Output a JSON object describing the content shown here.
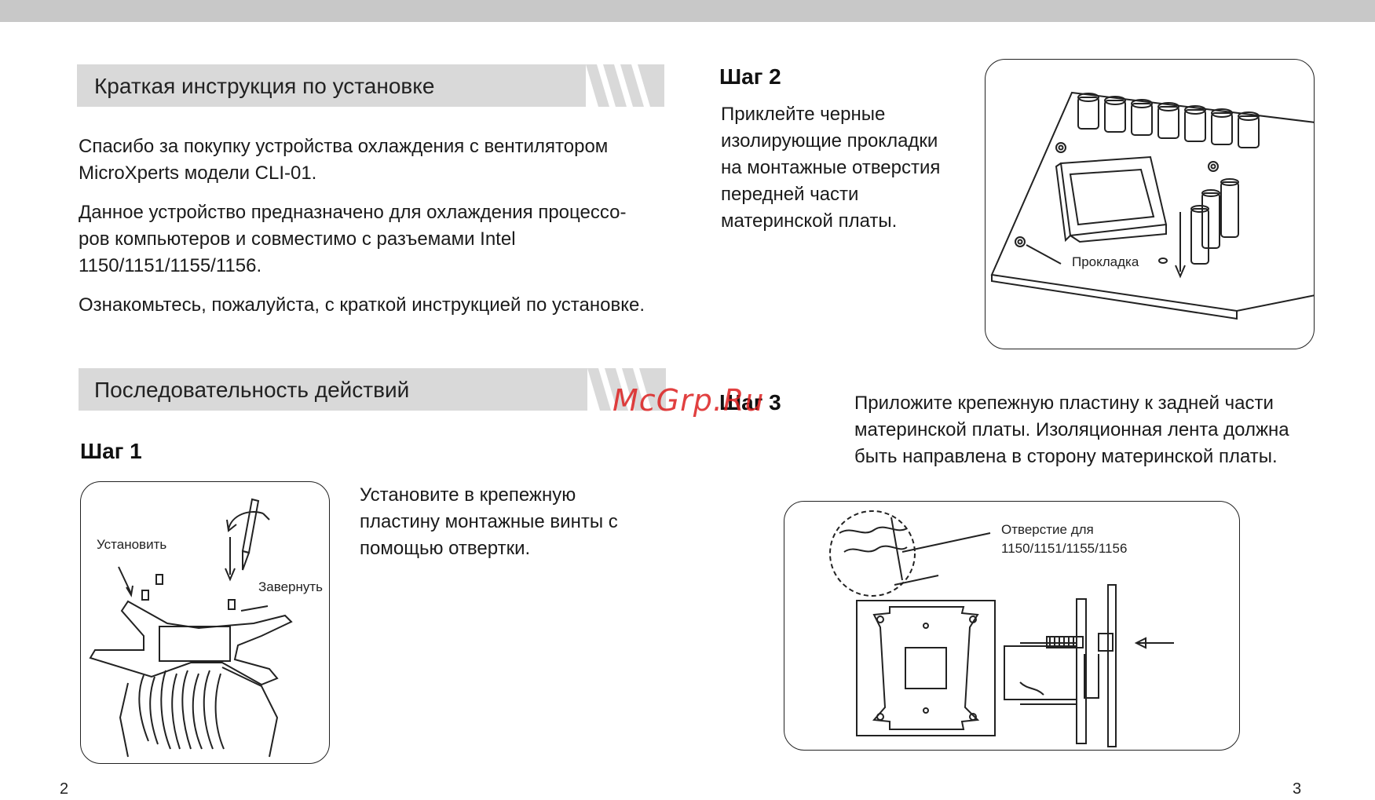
{
  "intro": {
    "heading": "Краткая инструкция по установке",
    "para1_line1": "Спасибо за покупку устройства охлаждения с вентилятором",
    "para1_line2": "MicroXperts модели CLI-01.",
    "para2_line1": "Данное устройство предназначено для охлаждения процессо-",
    "para2_line2": "ров компьютеров и совместимо с разъемами Intel",
    "para2_line3": "1150/1151/1155/1156.",
    "para3": "Ознакомьтесь, пожалуйста, с краткой инструкцией по установке."
  },
  "sequence": {
    "heading": "Последовательность действий"
  },
  "step1": {
    "title": "Шаг 1",
    "text_line1": "Установите в крепежную",
    "text_line2": "пластину монтажные винты с",
    "text_line3": "помощью отвертки.",
    "label_install": "Установить",
    "label_screw": "Завернуть"
  },
  "step2": {
    "title": "Шаг 2",
    "text_line1": "Приклейте черные",
    "text_line2": "изолирующие прокладки",
    "text_line3": "на монтажные отверстия",
    "text_line4": "передней части",
    "text_line5": "материнской платы.",
    "label_pad": "Прокладка"
  },
  "step3": {
    "title": "Шаг 3",
    "text_line1": "Приложите крепежную пластину к задней части",
    "text_line2": "материнской платы. Изоляционная лента должна",
    "text_line3": "быть направлена в сторону материнской платы.",
    "label_hole_line1": "Отверстие для",
    "label_hole_line2": "1150/1151/1155/1156"
  },
  "watermark": "McGrp.Ru",
  "pages": {
    "left": "2",
    "right": "3"
  }
}
